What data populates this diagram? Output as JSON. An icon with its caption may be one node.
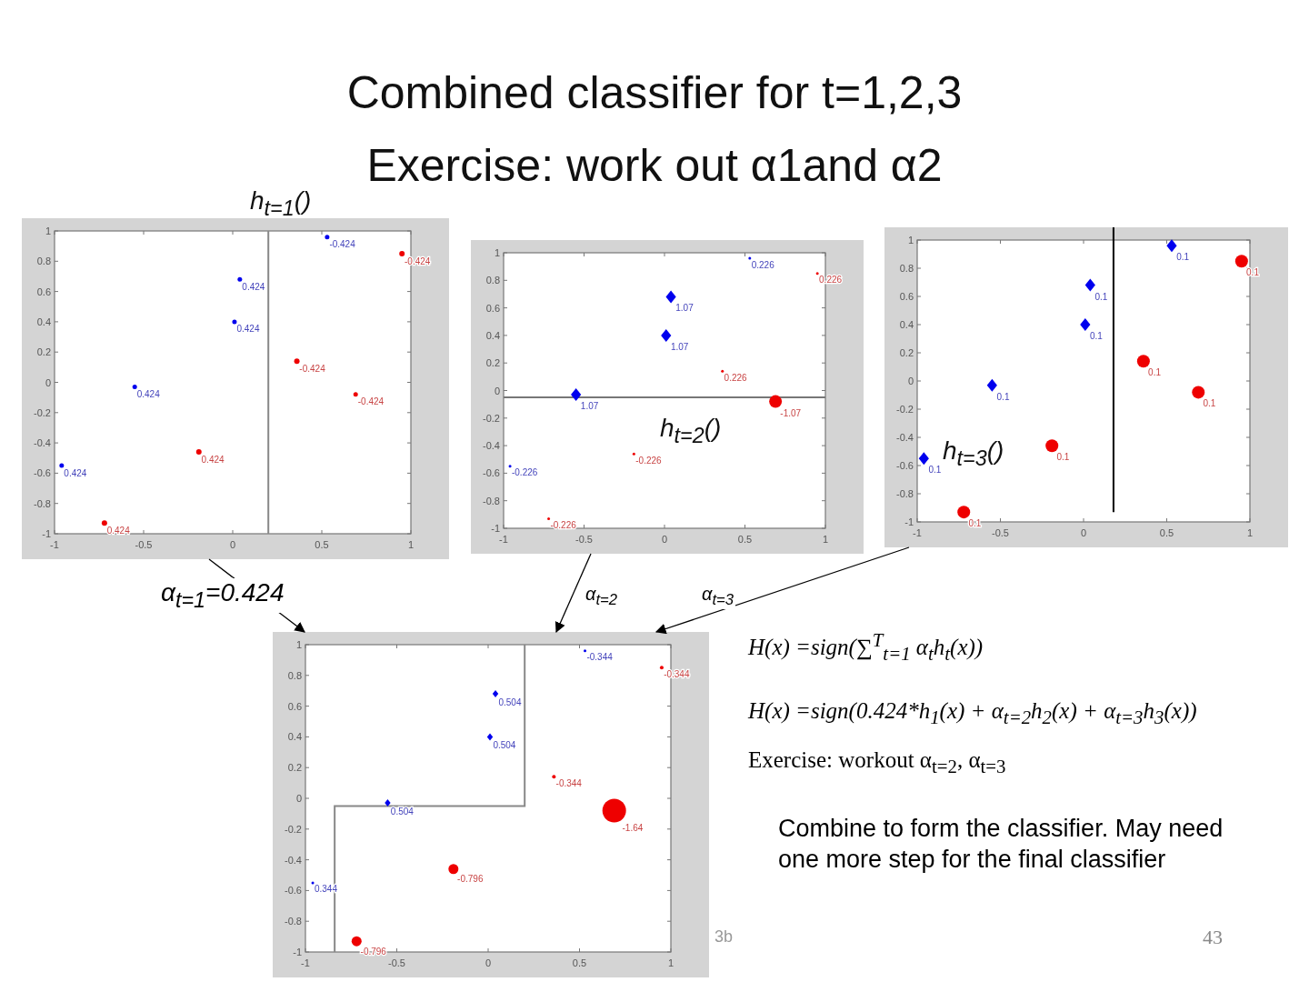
{
  "diagram": {
    "title": "Combined classifier for t=1,2,3 Exercise: work out α1and α2",
    "nodes": [
      {
        "text": [
          "h$_{t=1}$()"
        ]
      },
      {
        "text": [
          "h$_{t=2}$()"
        ]
      },
      {
        "text": [
          "h$_{t=3}$()"
        ]
      },
      {
        "text": [],
        "shape": "picture",
        "beside": [
          "3b"
        ]
      }
    ],
    "edges": [
      {
        "from": 0,
        "to": 3,
        "arrow": "to",
        "label": "α$_{t=1}$=0.424"
      },
      {
        "from": 1,
        "to": 3,
        "arrow": "to",
        "label": "α$_{t=2}$"
      },
      {
        "from": 2,
        "to": 3,
        "arrow": "to",
        "label": "α$_{t=3}$"
      }
    ],
    "labels": [
      "1",
      "0.8",
      "0.6",
      "0.4",
      "0.2",
      "0",
      "-0.2",
      "-0.4",
      "-0.6",
      "-0.8",
      "-1",
      "-1",
      "-0.5",
      "0",
      "0.5",
      "1",
      "-0.424",
      "-0.424",
      "0.424",
      "0.424",
      "-0.424",
      "0.424",
      "-0.424",
      "0.424",
      "0.424",
      "0.424",
      "1",
      "0.8",
      "0.6",
      "0.4",
      "0.2",
      "0",
      "-0.2",
      "-0.4",
      "-0.6",
      "-0.8",
      "-1",
      "-1",
      "-0.5",
      "0",
      "0.5",
      "1",
      "0.226",
      "0.226",
      "1.07",
      "1.07",
      "0.226",
      "1.07",
      "-1.07",
      "-0.226",
      "-0.226",
      "-0.226",
      "1",
      "0.8",
      "0.6",
      "0.4",
      "0.2",
      "0",
      "-0.2",
      "-0.4",
      "-0.6",
      "-0.8",
      "-1",
      "-1",
      "-0.5",
      "0",
      "0.5",
      "1",
      "0.1",
      "0.1",
      "0.1",
      "0.1",
      "0.1",
      "0.1",
      "0.1",
      "0.1",
      "0.1",
      "0.1",
      "1",
      "0.8",
      "0.6",
      "0.4",
      "0.2",
      "0",
      "-0.2",
      "-0.4",
      "-0.6",
      "-0.8",
      "-1",
      "-1",
      "-0.5",
      "0",
      "0.5",
      "1",
      "-0.344",
      "-0.344",
      "0.504",
      "0.504",
      "-0.344",
      "0.504",
      "-1.64",
      "-0.796",
      "0.344",
      "-0.796",
      "H(x) =sign(∑$^{T}$$_{t=1}$ α$_{t}$h$_{t}$(x))",
      "H(x) =sign(0.424*h$_{1}$(x) + α$_{t=2}$h$_{2}$(x) + α$_{t=3}$h$_{3}$(x))",
      "Exercise: workout α$_{t=2}$, α$_{t=3}$",
      "Combine to form the classifier. May need one more step for the final classifier",
      "43"
    ]
  }
}
